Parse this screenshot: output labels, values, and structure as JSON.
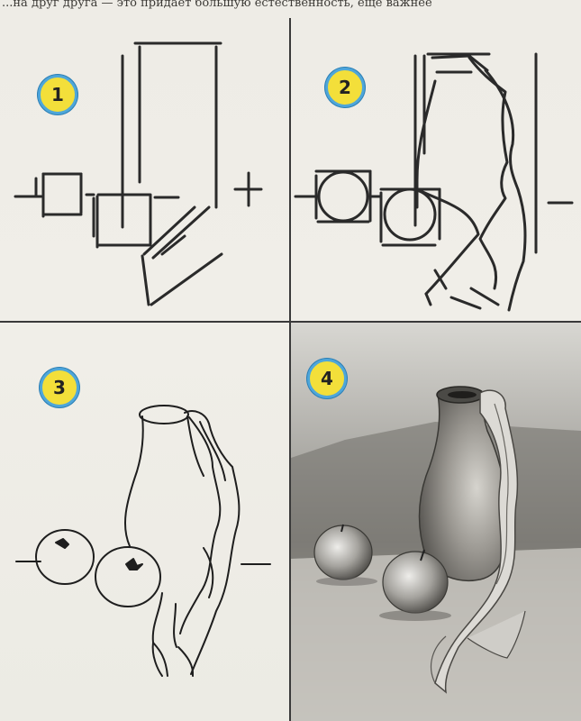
{
  "top_text": "...на друг друга — это придает большую естественность, еще важнее",
  "steps": [
    {
      "number": "1"
    },
    {
      "number": "2"
    },
    {
      "number": "3"
    },
    {
      "number": "4"
    }
  ],
  "colors": {
    "badge_fill": "#f3df3a",
    "badge_border": "#4ea6da",
    "line": "#2a2a2a",
    "paper": "#efede7"
  },
  "icons": {
    "step_badge": "circled-number"
  }
}
